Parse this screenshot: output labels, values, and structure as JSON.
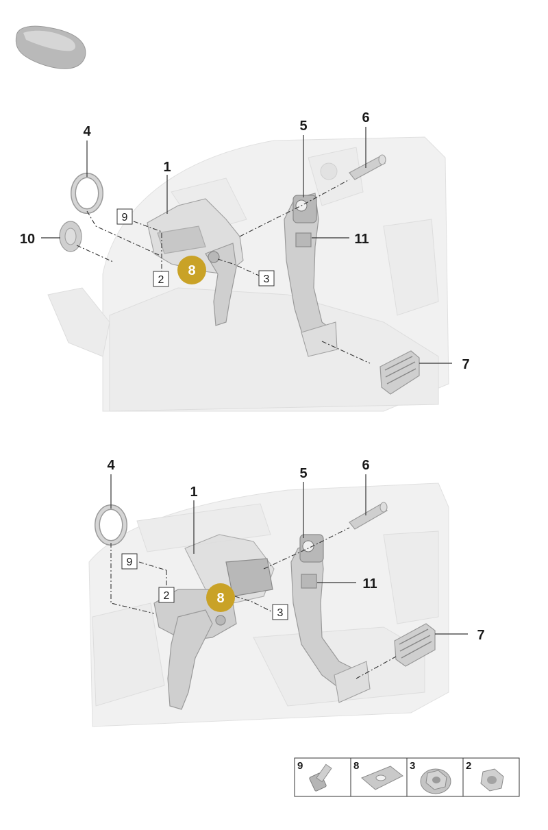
{
  "upper_view": {
    "labels": [
      {
        "id": "c1",
        "text": "1"
      },
      {
        "id": "c4",
        "text": "4"
      },
      {
        "id": "c5",
        "text": "5"
      },
      {
        "id": "c6",
        "text": "6"
      },
      {
        "id": "c7",
        "text": "7"
      },
      {
        "id": "c10",
        "text": "10"
      },
      {
        "id": "c11",
        "text": "11"
      }
    ],
    "boxed_labels": [
      {
        "id": "b9",
        "text": "9"
      },
      {
        "id": "b2",
        "text": "2"
      },
      {
        "id": "b3",
        "text": "3"
      }
    ],
    "highlight": {
      "text": "8",
      "color": "#c9a227"
    }
  },
  "lower_view": {
    "labels": [
      {
        "id": "c1",
        "text": "1"
      },
      {
        "id": "c4",
        "text": "4"
      },
      {
        "id": "c5",
        "text": "5"
      },
      {
        "id": "c6",
        "text": "6"
      },
      {
        "id": "c7",
        "text": "7"
      },
      {
        "id": "c11",
        "text": "11"
      }
    ],
    "boxed_labels": [
      {
        "id": "b9",
        "text": "9"
      },
      {
        "id": "b2",
        "text": "2"
      },
      {
        "id": "b3",
        "text": "3"
      }
    ],
    "highlight": {
      "text": "8",
      "color": "#c9a227"
    }
  },
  "legend": [
    {
      "number": "9",
      "icon": "bolt-icon"
    },
    {
      "number": "8",
      "icon": "clip-nut-icon"
    },
    {
      "number": "3",
      "icon": "flange-nut-icon"
    },
    {
      "number": "2",
      "icon": "hex-nut-icon"
    }
  ],
  "vehicle_icon": "car-silhouette-icon"
}
